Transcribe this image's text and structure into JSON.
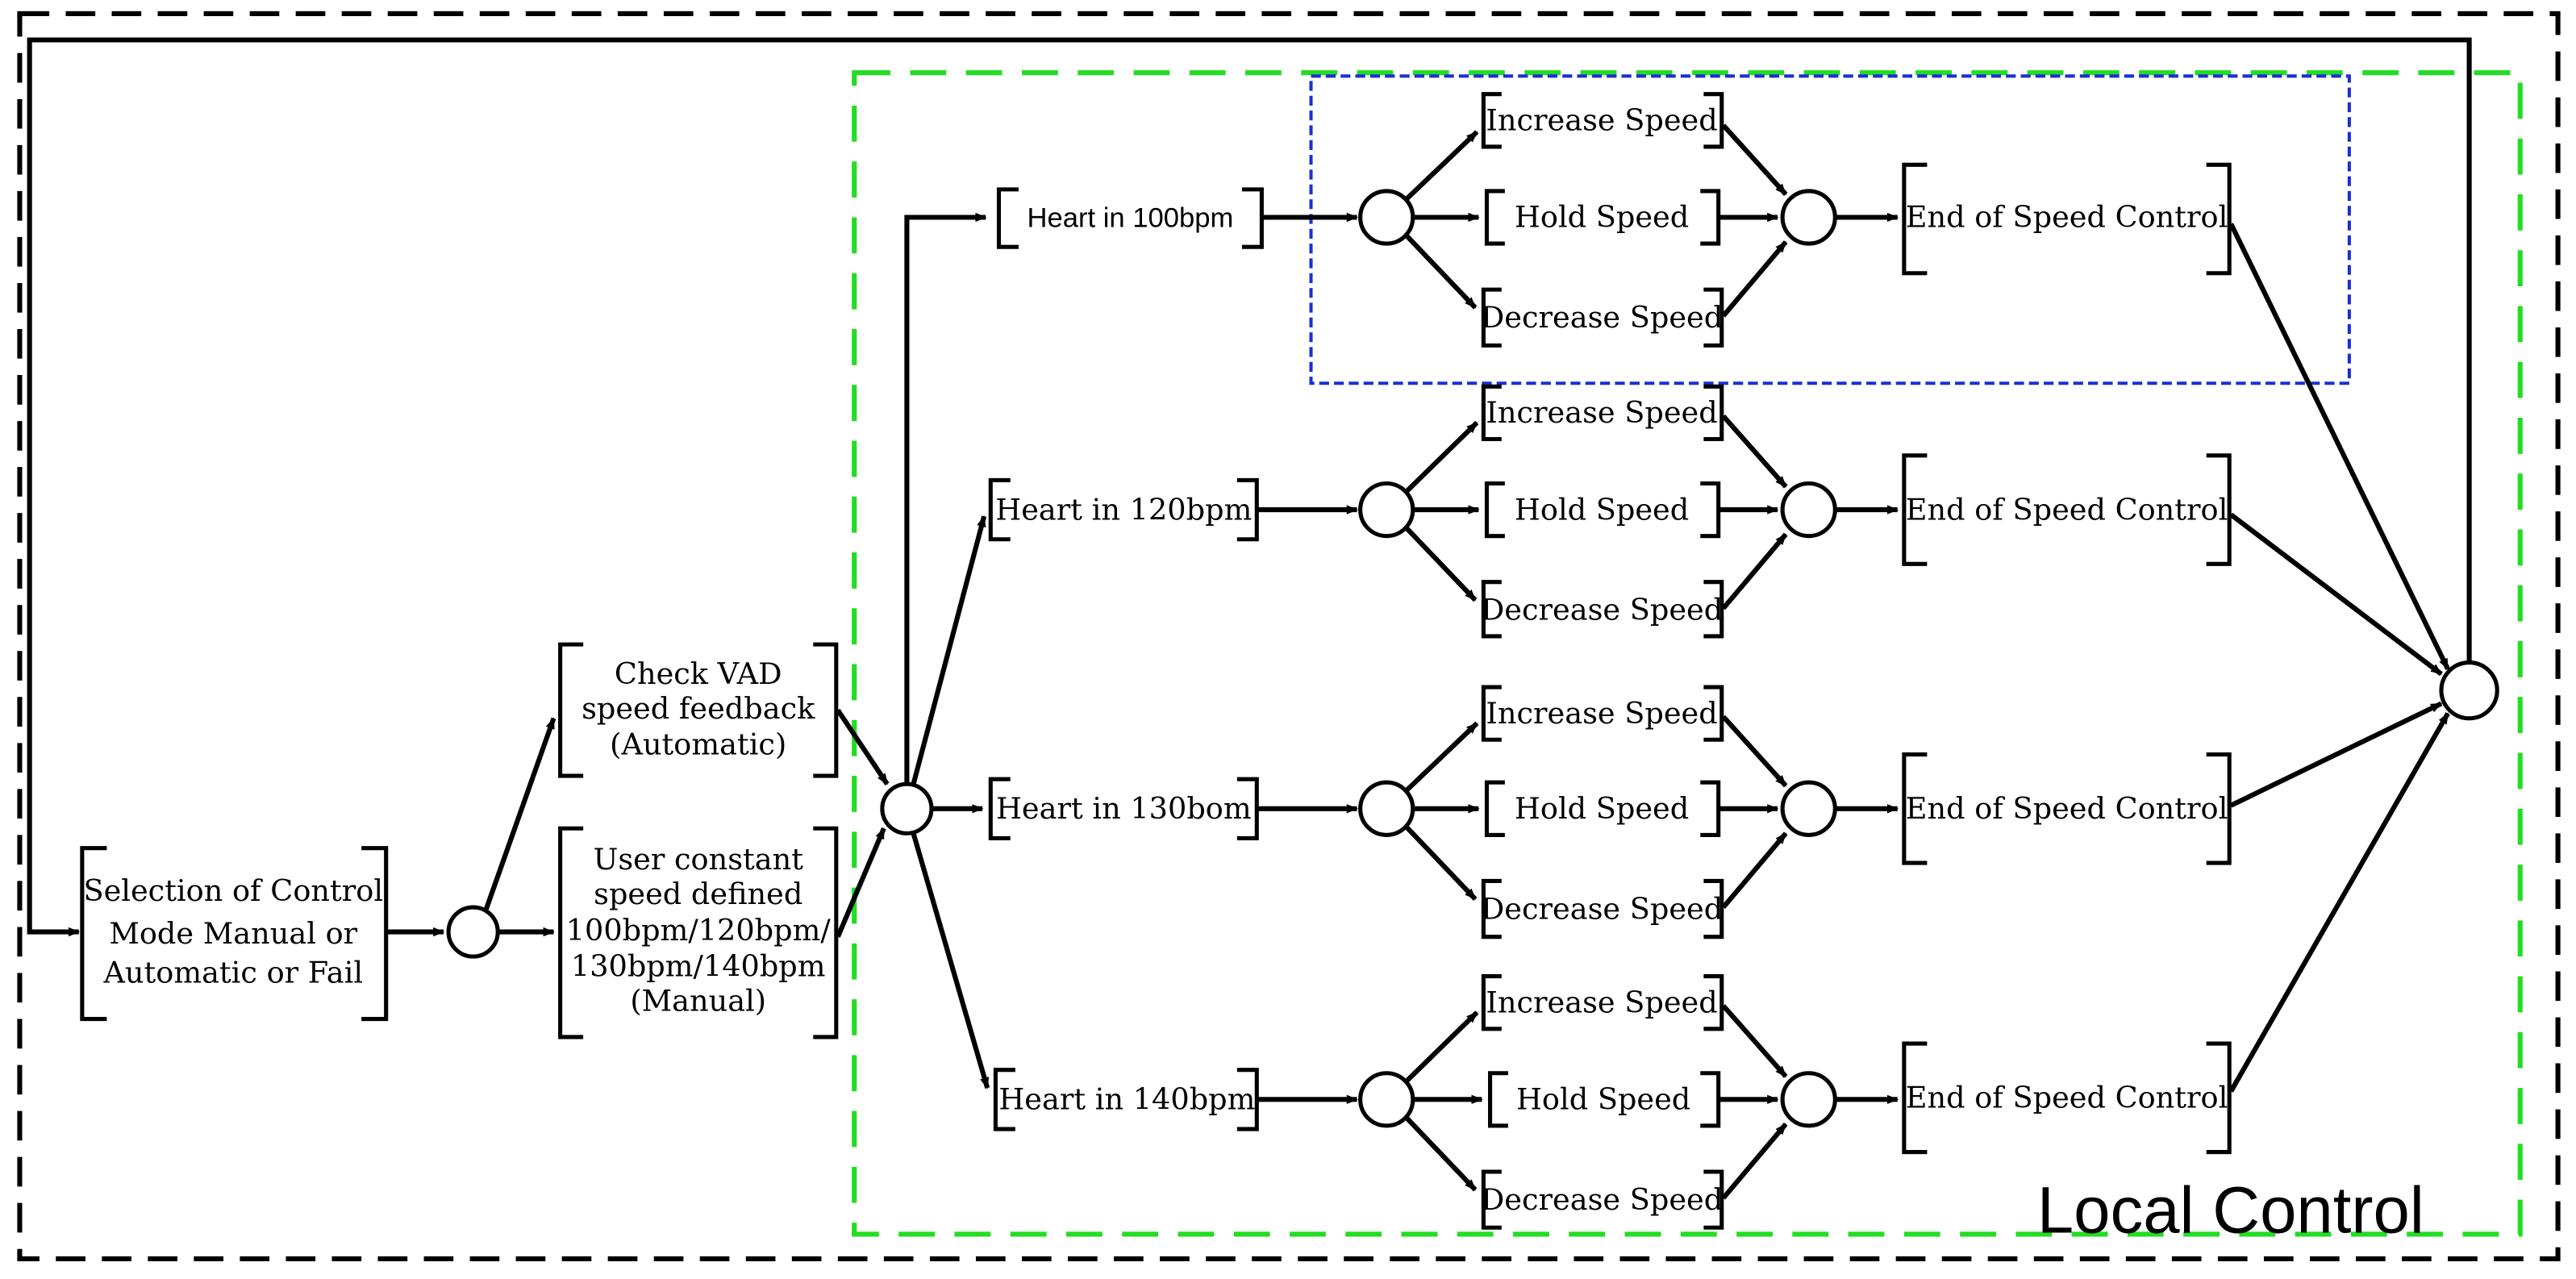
{
  "diagram": {
    "selection": [
      "Selection of Control",
      "Mode Manual or",
      "Automatic or Fail"
    ],
    "check_vad": [
      "Check VAD",
      "speed feedback",
      "(Automatic)"
    ],
    "user_constant": [
      "User constant",
      "speed defined",
      "100bpm/120bpm/",
      "130bpm/140bpm",
      "(Manual)"
    ],
    "heart_rates": [
      "Heart in 100bpm",
      "Heart in 120bpm",
      "Heart in 130bom",
      "Heart in 140bpm"
    ],
    "actions": [
      "Increase Speed",
      "Hold Speed",
      "Decrease Speed"
    ],
    "end_label": "End of Speed Control",
    "local_control_label": "Local Control",
    "colors": {
      "line": "#000000",
      "outer_border": "#000000",
      "local_control_border": "#22dd22",
      "branch_highlight": "#1a2fd6"
    }
  }
}
